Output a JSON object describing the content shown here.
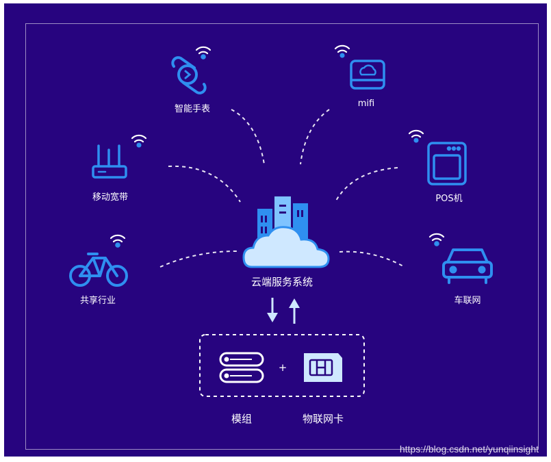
{
  "diagram": {
    "center": {
      "label": "云端服务系统"
    },
    "devices": [
      {
        "id": "watch",
        "label": "智能手表",
        "icon": "smartwatch-icon"
      },
      {
        "id": "mifi",
        "label": "mifi",
        "icon": "mifi-device-icon"
      },
      {
        "id": "broadband",
        "label": "移动宽带",
        "icon": "router-icon"
      },
      {
        "id": "pos",
        "label": "POS机",
        "icon": "pos-terminal-icon"
      },
      {
        "id": "bike",
        "label": "共享行业",
        "icon": "bicycle-icon"
      },
      {
        "id": "car",
        "label": "车联网",
        "icon": "car-icon"
      }
    ],
    "bottom": {
      "plus": "+",
      "module_label": "模组",
      "sim_label": "物联网卡"
    }
  },
  "watermark": "https://blog.csdn.net/yunqiinsight",
  "colors": {
    "background": "#27047f",
    "icon_blue": "#2f8ff0",
    "cloud_light": "#cfe8ff",
    "line": "#ffffff"
  }
}
